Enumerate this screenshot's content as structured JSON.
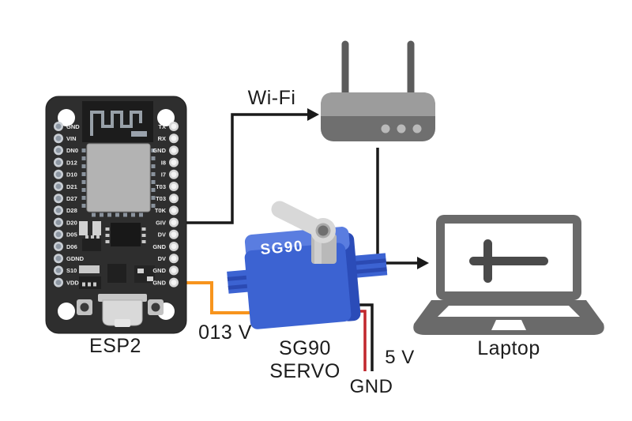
{
  "diagram": {
    "labels": {
      "wifi": "Wi-Fi",
      "signal_voltage": "013 V",
      "supply_voltage": "5 V",
      "ground": "GND",
      "laptop": "Laptop"
    }
  },
  "esp32": {
    "label": "ESP2",
    "left_pins": [
      "GND",
      "VIN",
      "DN0",
      "D12",
      "D10",
      "D21",
      "D27",
      "D28",
      "D20",
      "D05",
      "D06",
      "GDND",
      "S10",
      "VDD"
    ],
    "right_pins": [
      "TX",
      "RX",
      "GND",
      "I8",
      "I7",
      "T03",
      "T03",
      "T0K",
      "GIV",
      "DV",
      "GND",
      "DV",
      "GND",
      "GND"
    ]
  },
  "servo": {
    "brand": "SG90",
    "caption_line1": "SG90",
    "caption_line2": "SERVO"
  },
  "connections": [
    {
      "from": "ESP2",
      "to": "router",
      "label": "Wi-Fi",
      "style": "arrow",
      "wire_color": "#1a1a1a"
    },
    {
      "from": "router",
      "to": "Laptop",
      "label": "",
      "style": "arrow",
      "wire_color": "#1a1a1a"
    },
    {
      "from": "ESP2",
      "to": "SG90 SERVO",
      "label": "013 V",
      "style": "wire",
      "wire_color": "#f7941d"
    },
    {
      "from": "SG90 SERVO",
      "to": "supply",
      "label": "5 V",
      "style": "wire",
      "wire_color": "#c1272d"
    },
    {
      "from": "SG90 SERVO",
      "to": "ground",
      "label": "GND",
      "style": "wire",
      "wire_color": "#1a1a1a"
    }
  ],
  "colors": {
    "wire_black": "#1a1a1a",
    "wire_orange": "#f7941d",
    "wire_red": "#c1272d",
    "servo_blue": "#3c63d2",
    "servo_blue_light": "#5a7de0",
    "servo_blue_dark": "#2b4cb8",
    "router_gray_top": "#9c9c9c",
    "router_gray_bottom": "#6f6f6f",
    "laptop_gray": "#6a6a6a",
    "board_dark": "#2e2e2e"
  }
}
